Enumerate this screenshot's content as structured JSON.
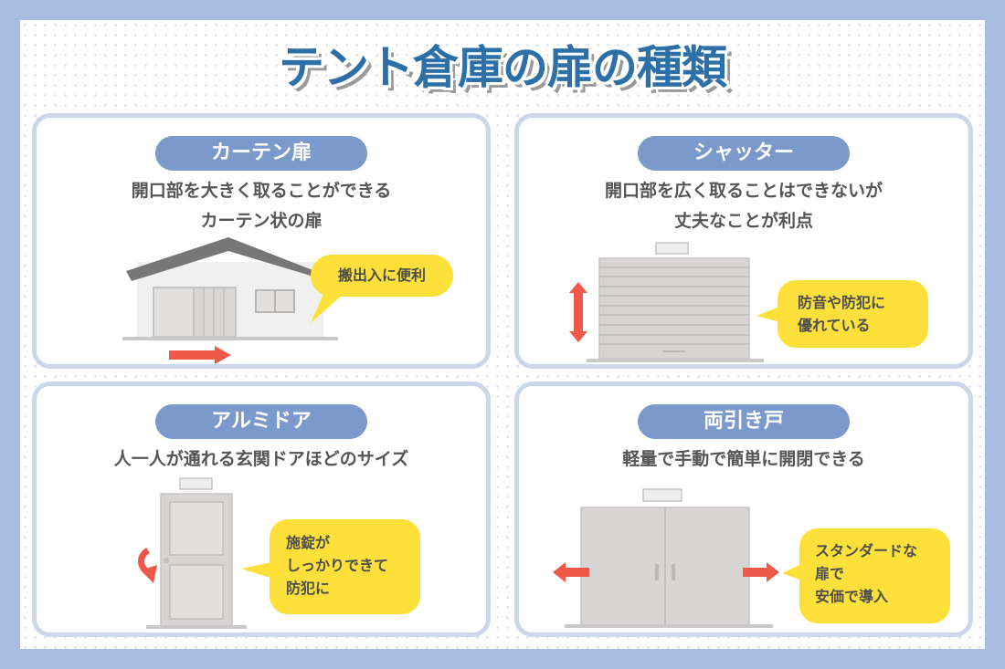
{
  "title": "テント倉庫の扉の種類",
  "colors": {
    "frame": "#a9bde0",
    "card_border": "#ccd7ec",
    "pill": "#7b99cb",
    "title_text": "#2d6fa7",
    "bubble": "#fde13a",
    "arrow": "#f0584a",
    "door_grey": "#d8d4d4"
  },
  "cards": [
    {
      "label": "カーテン扉",
      "description_lines": [
        "開口部を大きく取ることができる",
        "カーテン状の扉"
      ],
      "bubble_lines": [
        "搬出入に便利"
      ],
      "illustration": "house-with-curtain-door",
      "arrow": "arrow-right"
    },
    {
      "label": "シャッター",
      "description_lines": [
        "開口部を広く取ることはできないが",
        "丈夫なことが利点"
      ],
      "bubble_lines": [
        "防音や防犯に",
        "優れている"
      ],
      "illustration": "shutter",
      "arrow": "arrow-up-down"
    },
    {
      "label": "アルミドア",
      "description_lines": [
        "人一人が通れる玄関ドアほどのサイズ"
      ],
      "bubble_lines": [
        "施錠が",
        "しっかりできて",
        "防犯に"
      ],
      "illustration": "aluminum-door",
      "arrow": "arrow-curved"
    },
    {
      "label": "両引き戸",
      "description_lines": [
        "軽量で手動で簡単に開閉できる"
      ],
      "bubble_lines": [
        "スタンダードな",
        "扉で",
        "安価で導入"
      ],
      "illustration": "double-sliding-door",
      "arrow": "arrow-left-right"
    }
  ]
}
